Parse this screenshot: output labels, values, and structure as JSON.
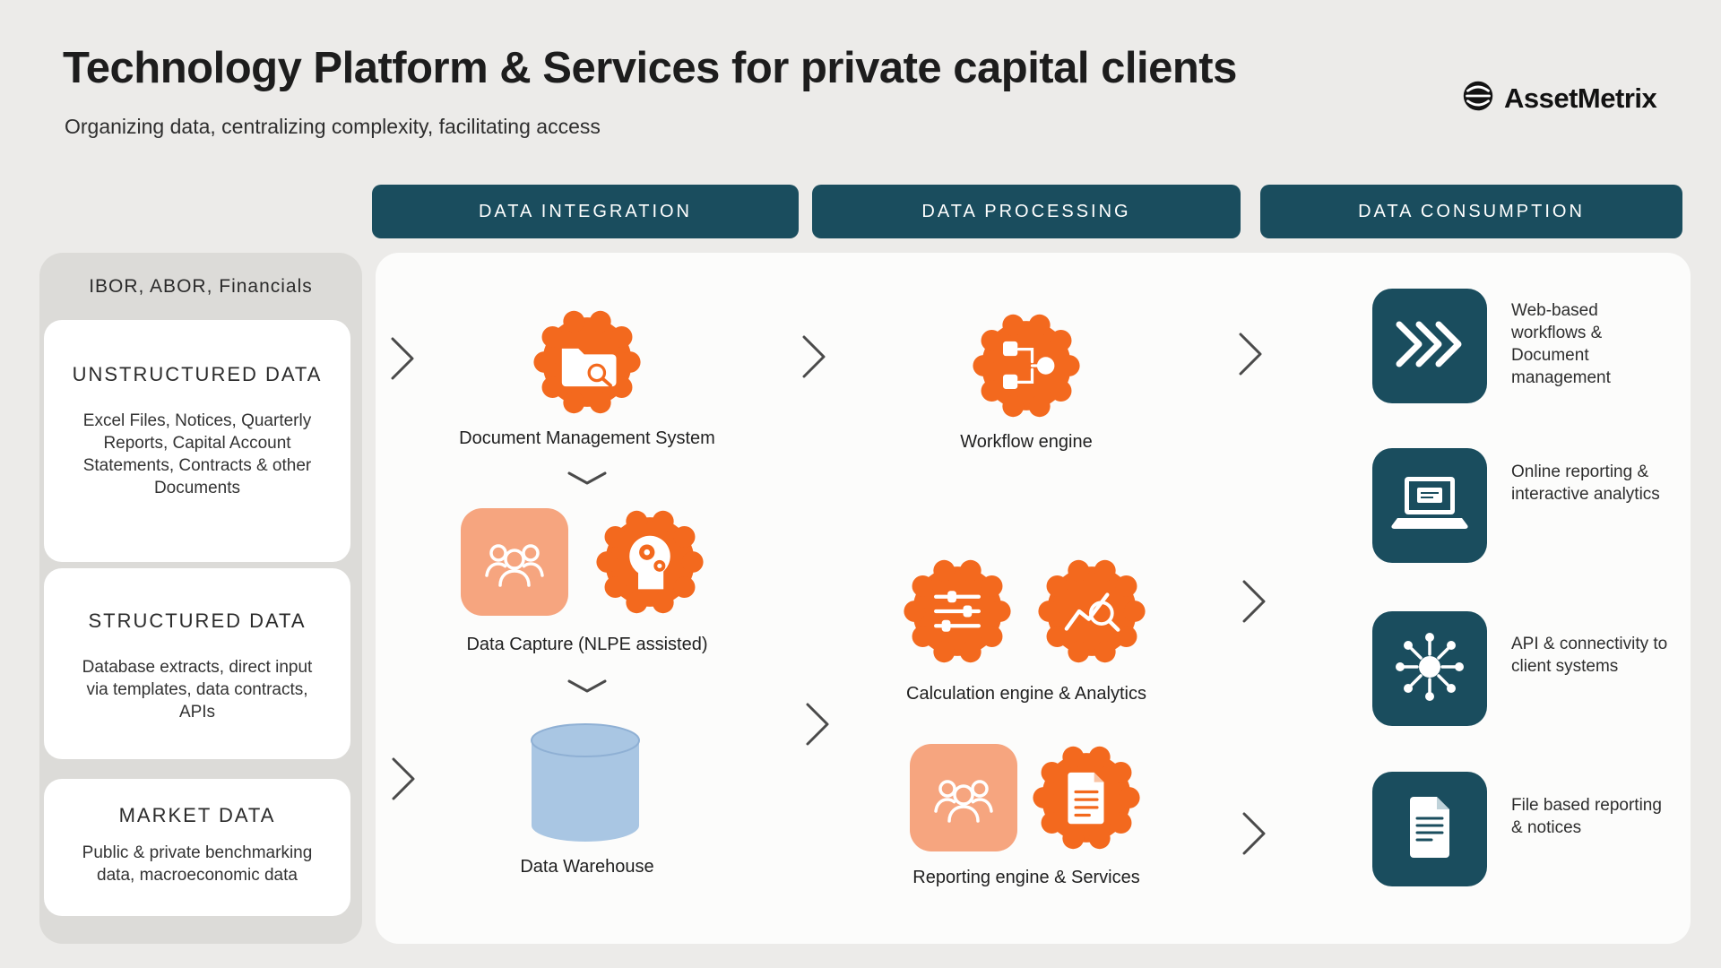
{
  "header": {
    "title": "Technology Platform & Services for private capital clients",
    "subtitle": "Organizing data, centralizing complexity, facilitating access",
    "brand": "AssetMetrix"
  },
  "pipeline": {
    "integration": "DATA INTEGRATION",
    "processing": "DATA PROCESSING",
    "consumption": "DATA CONSUMPTION"
  },
  "sources": {
    "heading": "IBOR, ABOR, Financials",
    "cards": [
      {
        "title": "UNSTRUCTURED DATA",
        "body": "Excel Files, Notices, Quarterly Reports, Capital Account Statements, Contracts & other Documents"
      },
      {
        "title": "STRUCTURED DATA",
        "body": "Database extracts, direct input via templates, data contracts, APIs"
      },
      {
        "title": "MARKET DATA",
        "body": "Public & private benchmarking data, macroeconomic data"
      }
    ]
  },
  "integration": {
    "dms": "Document Management System",
    "capture": "Data Capture (NLPE assisted)",
    "warehouse": "Data Warehouse"
  },
  "processing": {
    "workflow": "Workflow engine",
    "calculation": "Calculation engine & Analytics",
    "reporting": "Reporting engine & Services"
  },
  "consumption": [
    {
      "icon": "triple-chevron-icon",
      "label": "Web-based workflows & Document management"
    },
    {
      "icon": "laptop-icon",
      "label": "Online reporting & interactive analytics"
    },
    {
      "icon": "network-icon",
      "label": "API & connectivity to client systems"
    },
    {
      "icon": "file-icon",
      "label": "File based reporting & notices"
    }
  ],
  "colors": {
    "teal": "#1A4D5E",
    "orange": "#F3691E",
    "salmon": "#F6A57F",
    "warehouse_blue": "#A9C6E3",
    "page_bg": "#ECEBE9",
    "sidebar_bg": "#DCDBD8"
  }
}
